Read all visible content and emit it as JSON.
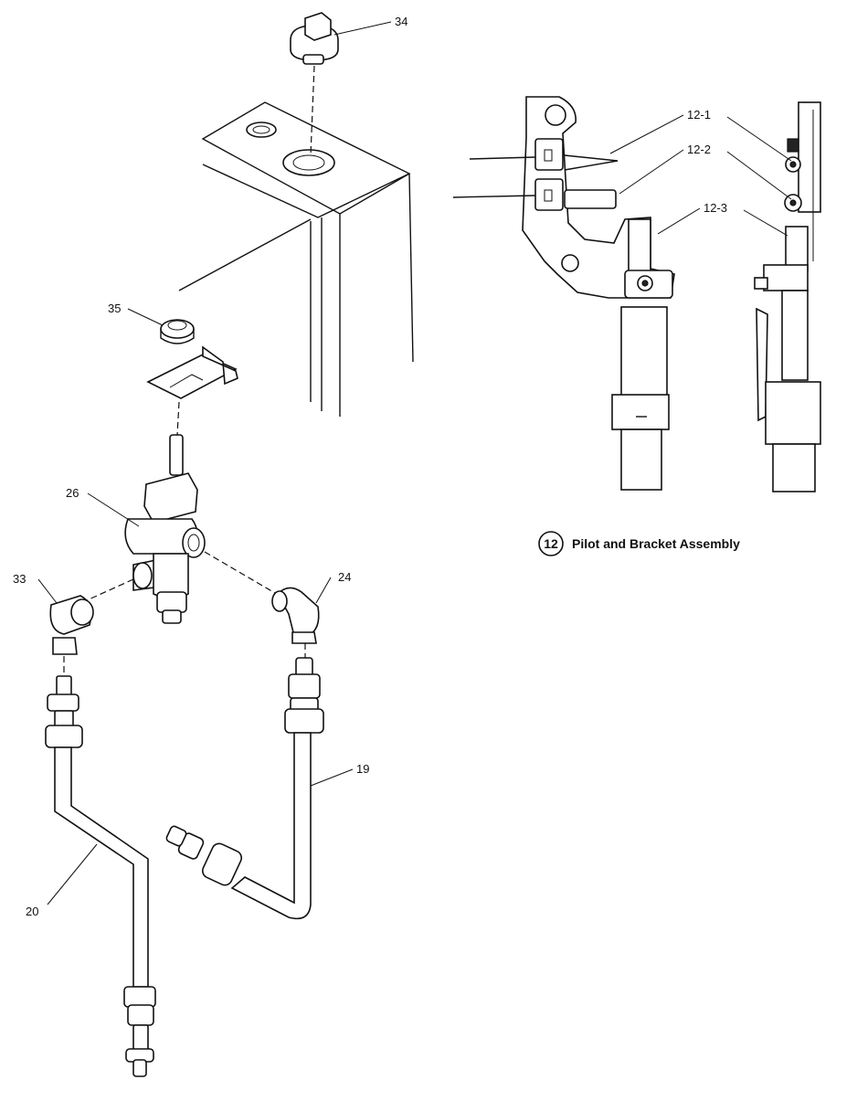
{
  "callouts": {
    "c34": "34",
    "c35": "35",
    "c26": "26",
    "c33": "33",
    "c24": "24",
    "c19": "19",
    "c20": "20",
    "c12_1": "12-1",
    "c12_2": "12-2",
    "c12_3": "12-3"
  },
  "assembly": {
    "number": "12",
    "caption": "Pilot and Bracket Assembly"
  }
}
